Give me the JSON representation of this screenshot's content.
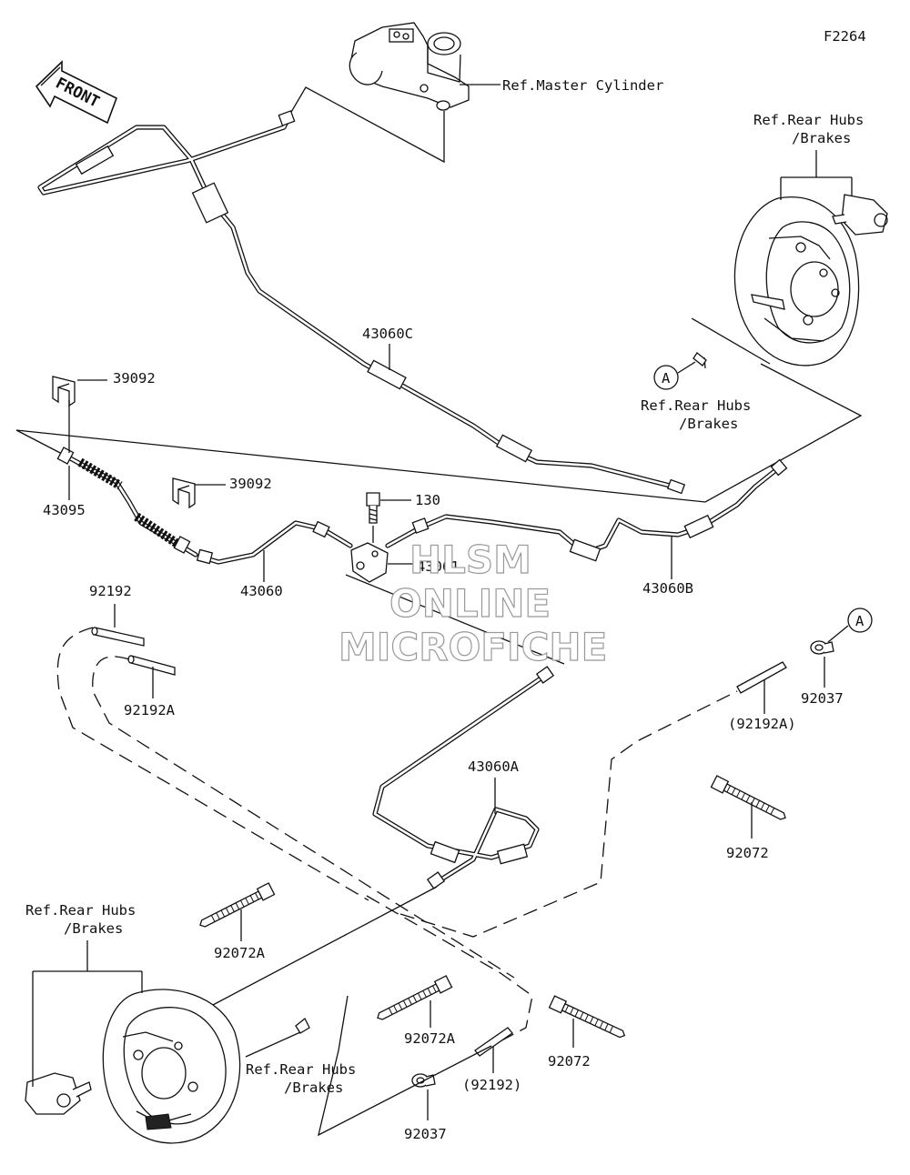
{
  "figure_code": "F2264",
  "front_label": "FRONT",
  "watermark": {
    "line1": "HLSM",
    "line2": "ONLINE",
    "line3": "MICROFICHE"
  },
  "callout_letter": "A",
  "labels": {
    "ref_master_cylinder": "Ref.Master Cylinder",
    "ref_rear_hubs": "Ref.Rear Hubs",
    "ref_brakes": "/Brakes",
    "p43060C": "43060C",
    "p39092": "39092",
    "p43095": "43095",
    "p130": "130",
    "p43061": "43061",
    "p43060": "43060",
    "p43060B": "43060B",
    "p92192": "92192",
    "p92192A": "92192A",
    "p92192A_paren": "(92192A)",
    "p92037": "92037",
    "p43060A": "43060A",
    "p92072": "92072",
    "p92072A": "92072A",
    "p92192_paren": "(92192)"
  }
}
